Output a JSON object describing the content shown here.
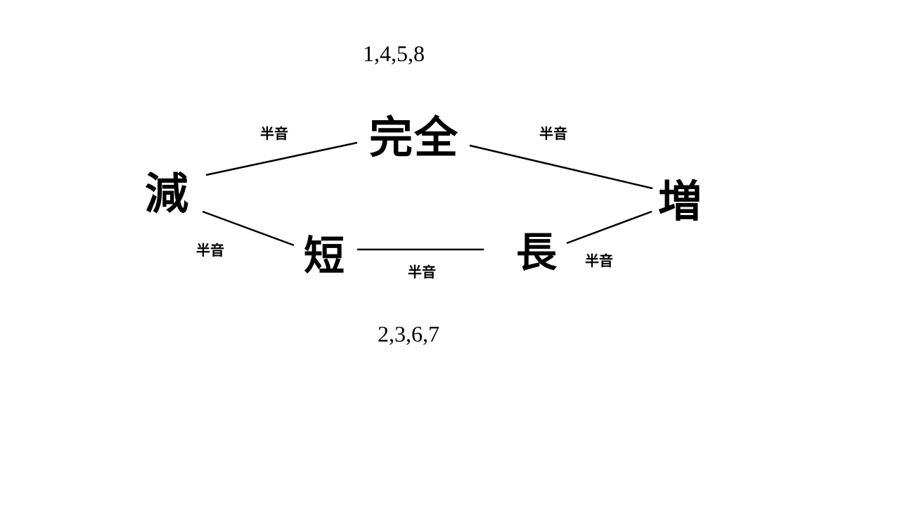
{
  "diagram": {
    "top_numbers": "1,4,5,8",
    "bottom_numbers": "2,3,6,7",
    "nodes": {
      "perfect": "完全",
      "diminished": "減",
      "augmented": "増",
      "minor": "短",
      "major": "長"
    },
    "edge_labels": {
      "diminished_perfect": "半音",
      "perfect_augmented": "半音",
      "diminished_minor": "半音",
      "minor_major": "半音",
      "major_augmented": "半音"
    },
    "colors": {
      "background": "#ffffff",
      "line": "#000000",
      "text": "#000000"
    }
  }
}
